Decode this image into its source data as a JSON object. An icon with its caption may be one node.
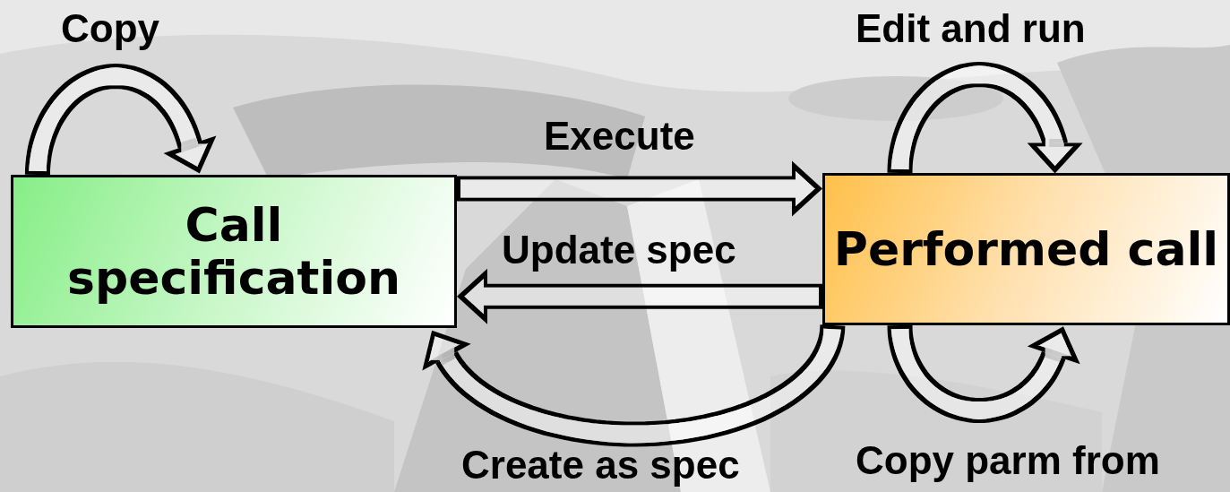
{
  "diagram": {
    "nodes": [
      {
        "text": [
          "Call specification"
        ]
      },
      {
        "text": [
          "Performed call"
        ]
      }
    ],
    "edges": [
      {
        "from": 0,
        "to": 0,
        "arrow": "to",
        "label": "Copy"
      },
      {
        "from": 0,
        "to": 1,
        "arrow": "to",
        "label": "Execute"
      },
      {
        "from": 1,
        "to": 0,
        "arrow": "to",
        "label": "Update spec"
      },
      {
        "from": 1,
        "to": 0,
        "arrow": "to",
        "label": "Create as spec"
      },
      {
        "from": 1,
        "to": 1,
        "arrow": "to",
        "label": "Edit and run"
      },
      {
        "from": 1,
        "to": 1,
        "arrow": "to",
        "label": "Copy parm from"
      }
    ]
  }
}
